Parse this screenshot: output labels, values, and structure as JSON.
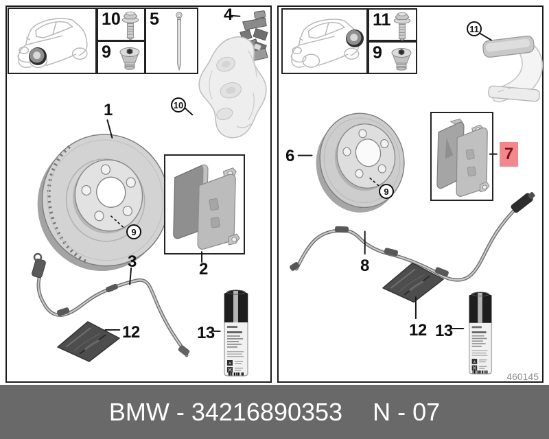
{
  "footer": {
    "caption": "BMW - 34216890353",
    "revision": "N - 07"
  },
  "sheet_number": "460145",
  "colors": {
    "highlight_bg": "#f4868e",
    "highlight_text": "#7c1316",
    "footer_bar": "#696969",
    "line_black": "#1b1b1b",
    "sketch_gray": "#b9b9b9"
  },
  "left_panel": {
    "callouts": {
      "bolt": "10",
      "plug": "9",
      "guide_pin": "5",
      "retaining_spring": "4",
      "brake_disc": "1",
      "caliper_circled": "10",
      "hub_screw_circled": "9",
      "brake_pads": "2",
      "wear_sensor": "3",
      "paste_bag": "12",
      "brake_cleaner": "13"
    }
  },
  "right_panel": {
    "callouts": {
      "bolt": "11",
      "plug": "9",
      "carrier_circled": "11",
      "brake_disc": "6",
      "hub_screw_circled": "9",
      "brake_pads": "7",
      "wear_sensor": "8",
      "paste_bag": "12",
      "brake_cleaner": "13"
    }
  }
}
